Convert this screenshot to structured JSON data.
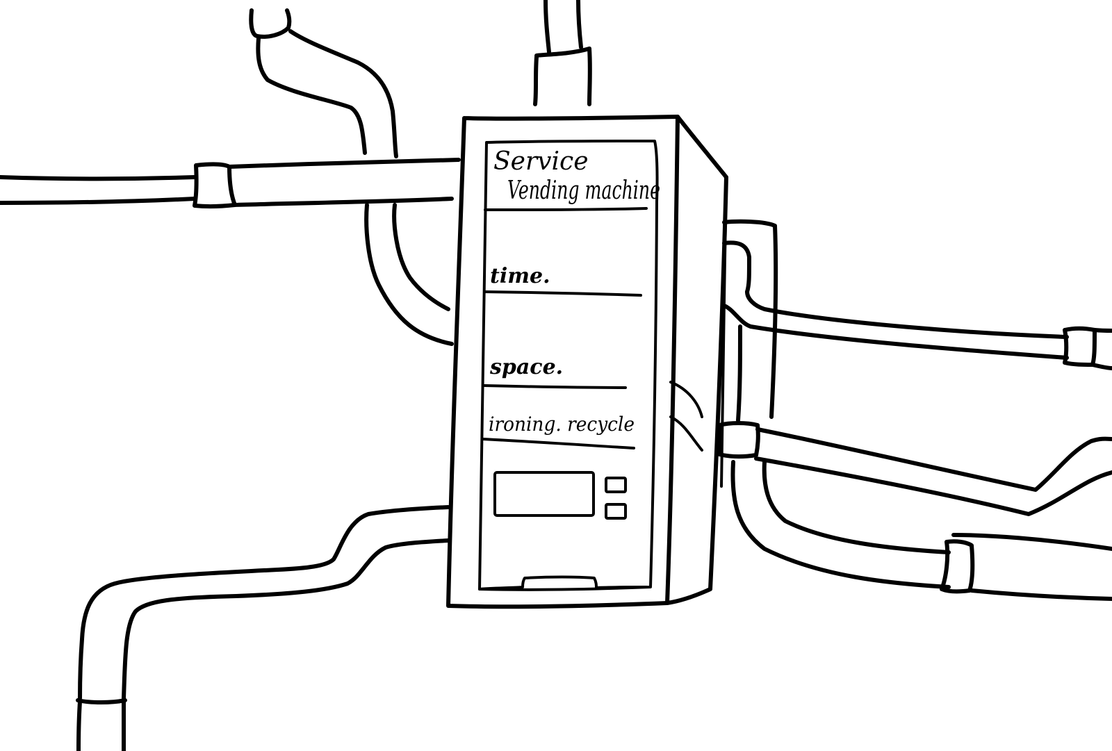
{
  "machine": {
    "title_line1": "Service",
    "title_line2": "Vending machine",
    "sections": [
      {
        "label": "time."
      },
      {
        "label": "space."
      },
      {
        "label": "ironing. recycle"
      }
    ]
  },
  "colors": {
    "ink": "#000000",
    "paper": "#ffffff"
  }
}
